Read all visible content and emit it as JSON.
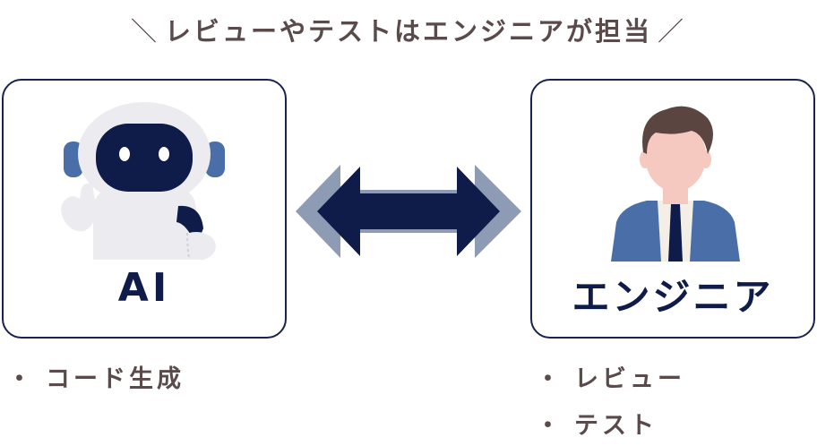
{
  "title": {
    "left_mark": "＼",
    "text": "レビューやテストはエンジニアが担当",
    "right_mark": "／"
  },
  "ai_card": {
    "label": "AI",
    "icon": "robot-icon",
    "tasks": [
      {
        "bullet": "・",
        "text": "コード生成"
      }
    ]
  },
  "engineer_card": {
    "label": "エンジニア",
    "icon": "engineer-person-icon",
    "tasks": [
      {
        "bullet": "・",
        "text": "レビュー"
      },
      {
        "bullet": "・",
        "text": "テスト"
      }
    ]
  },
  "connector": {
    "icon": "double-arrow-icon"
  },
  "colors": {
    "text": "#5a4a4a",
    "navy": "#0f1c4a",
    "border": "#1a2250",
    "arrow_shadow": "#8d9bb5",
    "suit_blue": "#4a6fa8"
  }
}
